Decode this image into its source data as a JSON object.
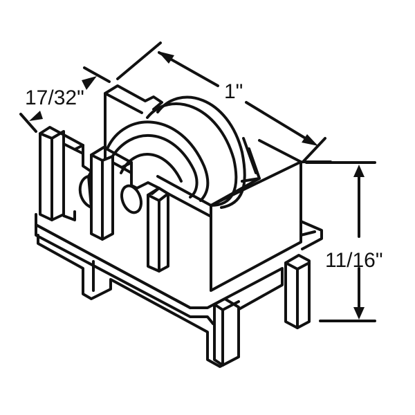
{
  "diagram": {
    "type": "technical-line-drawing",
    "subject": "sliding door roller assembly (isometric view)",
    "line_color": "#111111",
    "background": "#ffffff",
    "dimensions": {
      "width": {
        "label": "17/32\"",
        "orientation": "diagonal, upper-left"
      },
      "length": {
        "label": "1\"",
        "orientation": "diagonal, top"
      },
      "height": {
        "label": "11/16\"",
        "orientation": "vertical, right"
      }
    }
  }
}
